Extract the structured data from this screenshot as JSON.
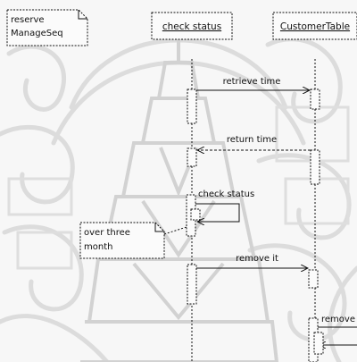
{
  "colors": {
    "ink": "#111111",
    "watermark": "#dcdcdc",
    "background": "#f7f7f7"
  },
  "watermark": {
    "icon": "seal-emblem-watermark"
  },
  "note_top": {
    "lines": [
      "reserve",
      "ManageSeq"
    ]
  },
  "note_mid": {
    "lines": [
      "over three",
      "month"
    ]
  },
  "lifelines": [
    {
      "name": "check status"
    },
    {
      "name": "CustomerTable"
    }
  ],
  "messages": [
    {
      "label": "retrieve time"
    },
    {
      "label": "return time"
    },
    {
      "label": "check status"
    },
    {
      "label": "remove it"
    },
    {
      "label": "remove"
    }
  ]
}
